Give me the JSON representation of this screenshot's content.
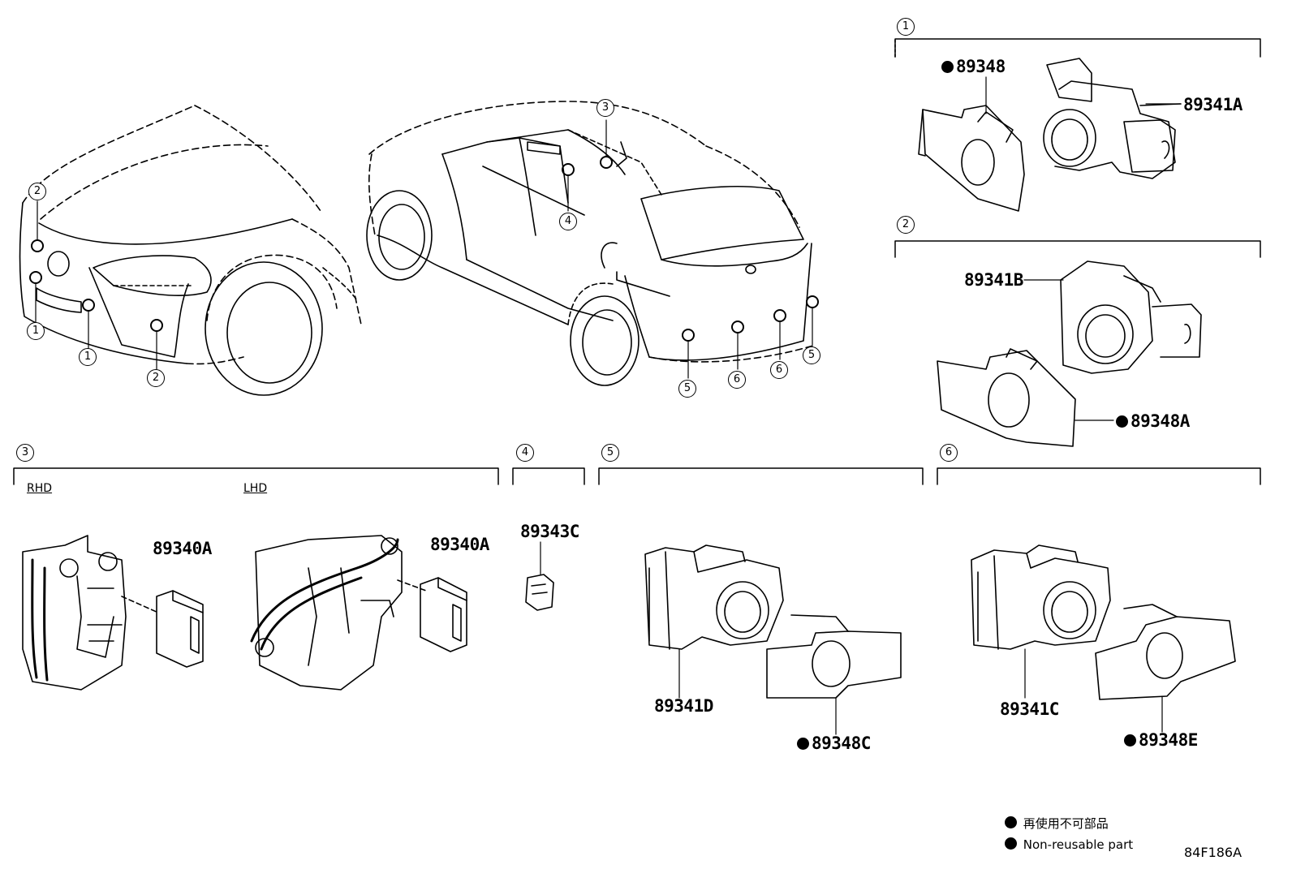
{
  "callouts": [
    "1",
    "2",
    "3",
    "4",
    "5",
    "6"
  ],
  "sections": {
    "rhd": "RHD",
    "lhd": "LHD"
  },
  "parts": {
    "p89348": "89348",
    "p89341A": "89341A",
    "p89341B": "89341B",
    "p89348A": "89348A",
    "p89340A_rhd": "89340A",
    "p89340A_lhd": "89340A",
    "p89343C": "89343C",
    "p89341D": "89341D",
    "p89348C": "89348C",
    "p89341C": "89341C",
    "p89348E": "89348E"
  },
  "legend": {
    "japanese": "再使用不可部品",
    "english": "Non-reusable part"
  },
  "illustration_code": "84F186A"
}
